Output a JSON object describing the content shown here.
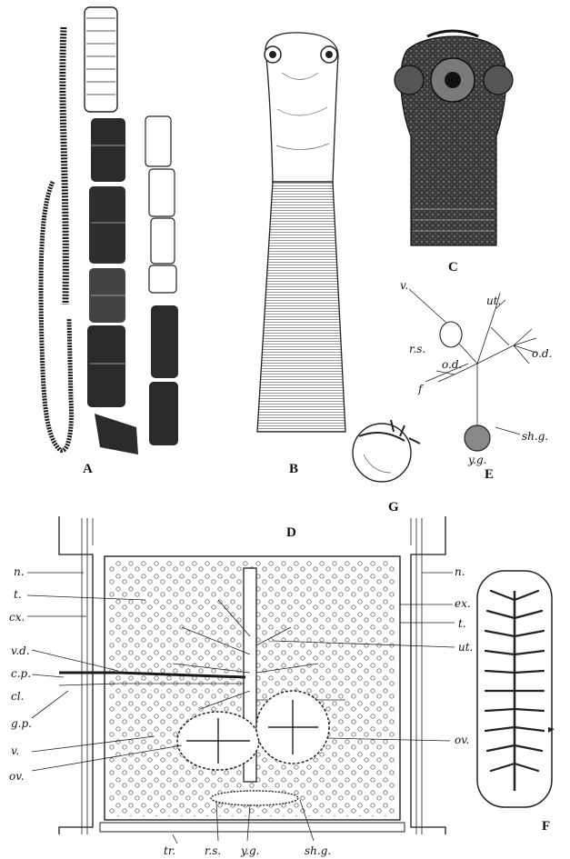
{
  "figures": {
    "A": "A",
    "B": "B",
    "C": "C",
    "D": "D",
    "E": "E",
    "F": "F",
    "G": "G"
  },
  "labels_E": {
    "v": "v.",
    "ut": "ut.",
    "rs": "r.s.",
    "od_left": "o.d.",
    "od_right": "o.d.",
    "f": "f",
    "shg": "sh.g.",
    "yg": "y.g."
  },
  "labels_D_left": {
    "n": "n.",
    "t": "t.",
    "cx": "cx.",
    "vd": "v.d.",
    "cp": "c.p.",
    "cl": "cl.",
    "gp": "g.p.",
    "v": "v.",
    "ov": "ov."
  },
  "labels_D_right": {
    "n": "n.",
    "ex": "ex.",
    "t": "t.",
    "ut": "ut.",
    "ov": "ov."
  },
  "labels_D_bottom": {
    "tr": "tr.",
    "rs": "r.s.",
    "yg": "y.g.",
    "shg": "sh.g."
  },
  "colors": {
    "ink": "#1a1a1a",
    "paper": "#ffffff",
    "dark_segment": "#2a2a2a"
  }
}
